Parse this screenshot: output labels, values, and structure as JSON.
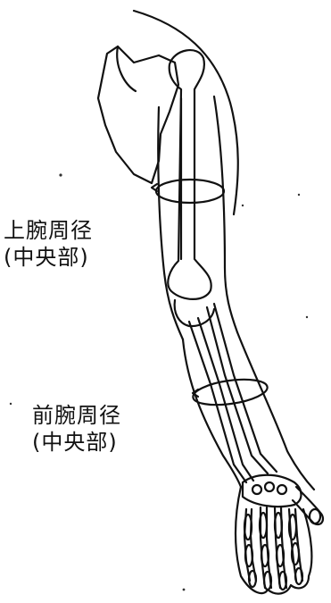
{
  "labels": {
    "upper_arm": {
      "line1": "上腕周径",
      "line2": "(中央部)"
    },
    "forearm": {
      "line1": "前腕周径",
      "line2": "(中央部)"
    }
  },
  "colors": {
    "ink": "#111111",
    "background": "#ffffff"
  }
}
